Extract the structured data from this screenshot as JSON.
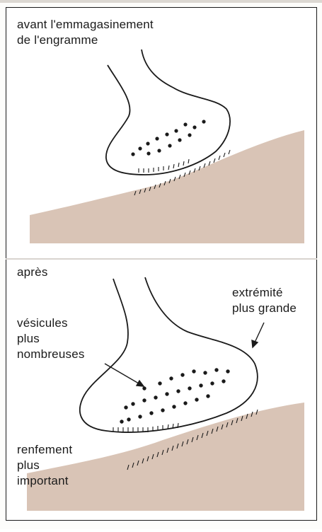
{
  "top": {
    "caption": "avant l'emmagasinement\nde l'engramme"
  },
  "bottom": {
    "caption": "après",
    "labels": {
      "tip": "extrémité\nplus grande",
      "vesicles": "vésicules\nplus\nnombreuses",
      "thickening": "renfement\nplus\nimportant"
    }
  },
  "colors": {
    "tissue": "#d9c4b6",
    "ink": "#1a1a1a"
  }
}
